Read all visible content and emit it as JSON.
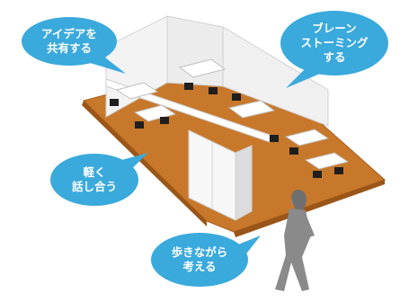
{
  "bubbles": {
    "share_ideas": {
      "line1": "アイデアを",
      "line2": "共有する"
    },
    "brainstorming": {
      "line1": "ブレーン",
      "line2": "ストーミング",
      "line3": "する"
    },
    "casual_talk": {
      "line1": "軽く",
      "line2": "話し合う"
    },
    "think_while_walking": {
      "line1": "歩きながら",
      "line2": "考える"
    }
  },
  "colors": {
    "bubble_fill": "#3aa9dc",
    "floor": "#c8782a",
    "floor_edge": "#a85f1c",
    "partition": "#f3f3f3",
    "partition_shadow": "#d9d9d9",
    "person": "#8a8a8a",
    "furniture": "#1f1f1f"
  }
}
